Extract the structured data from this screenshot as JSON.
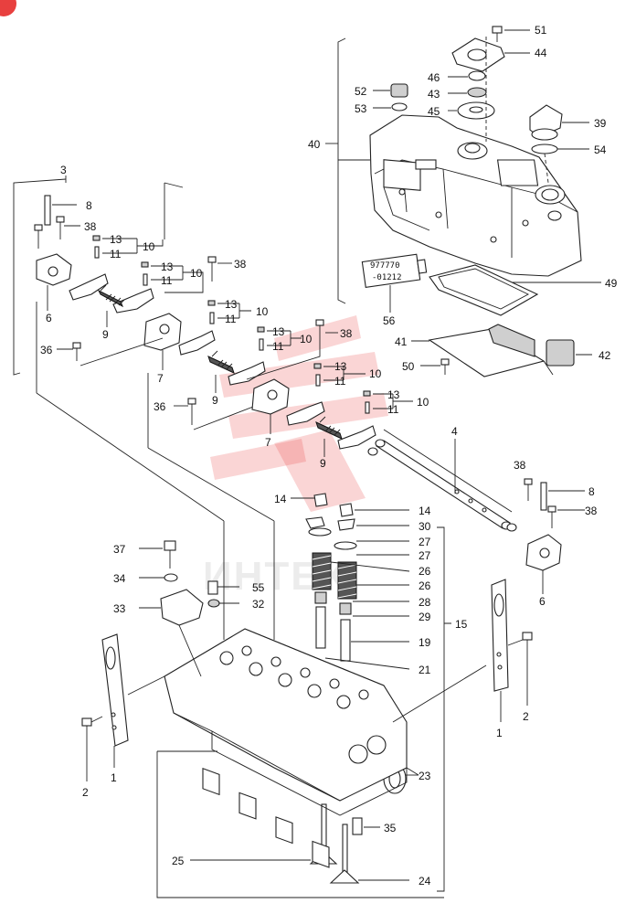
{
  "sticker": {
    "line1": "977770",
    "line2": "-01212"
  },
  "watermark": {
    "text": "ИНТЕХ",
    "color": "#e8403f"
  },
  "corner_badge": {
    "color": "#e8403f"
  },
  "callouts": {
    "c51": "51",
    "c44": "44",
    "c46": "46",
    "c43": "43",
    "c45": "45",
    "c52": "52",
    "c53": "53",
    "c39": "39",
    "c54": "54",
    "c40": "40",
    "c49": "49",
    "c56": "56",
    "c41": "41",
    "c42": "42",
    "c50": "50",
    "c3": "3",
    "c8a": "8",
    "c38a": "38",
    "c10a": "10",
    "c13a": "13",
    "c11a": "11",
    "c13b": "13",
    "c11b": "11",
    "c10b": "10",
    "c38b": "38",
    "c6a": "6",
    "c9a": "9",
    "c36a": "36",
    "c7a": "7",
    "c13c": "13",
    "c11c": "11",
    "c10c": "10",
    "c13d": "13",
    "c11d": "11",
    "c10d": "10",
    "c38c": "38",
    "c9b": "9",
    "c36b": "36",
    "c7b": "7",
    "c13e": "13",
    "c11e": "11",
    "c10e": "10",
    "c13f": "13",
    "c11f": "11",
    "c10f": "10",
    "c9c": "9",
    "c4": "4",
    "c38d": "38",
    "c8b": "8",
    "c38e": "38",
    "c6b": "6",
    "c14a": "14",
    "c14b": "14",
    "c30": "30",
    "c27a": "27",
    "c27b": "27",
    "c26a": "26",
    "c26b": "26",
    "c28": "28",
    "c29": "29",
    "c15": "15",
    "c19": "19",
    "c21": "21",
    "c37": "37",
    "c34": "34",
    "c55": "55",
    "c32": "32",
    "c33": "33",
    "c1a": "1",
    "c2a": "2",
    "c1b": "1",
    "c2b": "2",
    "c23": "23",
    "c35": "35",
    "c25": "25",
    "c24": "24"
  }
}
